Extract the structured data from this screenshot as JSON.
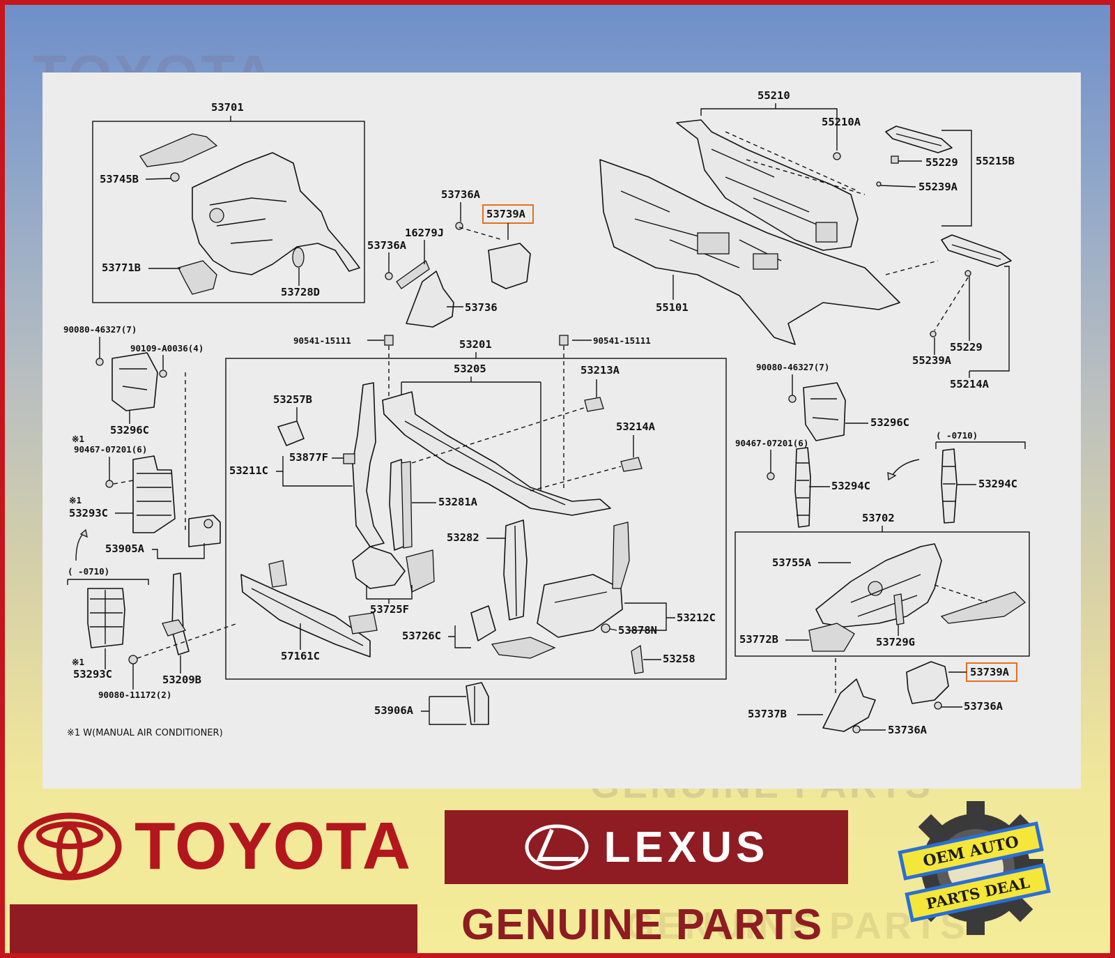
{
  "diagram": {
    "labels": {
      "l53701": "53701",
      "l53745B": "53745B",
      "l53771B": "53771B",
      "l53728D": "53728D",
      "l53736A_1": "53736A",
      "l53739A_1": "53739A",
      "l16279J": "16279J",
      "l53736A_2": "53736A",
      "l53736": "53736",
      "l55210": "55210",
      "l55210A": "55210A",
      "l55229_1": "55229",
      "l55215B": "55215B",
      "l55239A_1": "55239A",
      "l55101": "55101",
      "l55229_2": "55229",
      "l55239A_2": "55239A",
      "l55214A": "55214A",
      "l90080_46327_7_a": "90080-46327(7)",
      "l90109_A0036_4": "90109-A0036(4)",
      "l53296C_1": "53296C",
      "l90467_07201_6_a": "90467-07201(6)",
      "mark1_a": "※1",
      "mark1_b": "※1",
      "mark1_c": "※1",
      "l53293C_1": "53293C",
      "l53905A": "53905A",
      "l0710_a": "(    -0710)",
      "l53293C_2": "53293C",
      "l53209B": "53209B",
      "l90080_11172_2": "90080-11172(2)",
      "l90541_15111_a": "90541-15111",
      "l90541_15111_b": "90541-15111",
      "l53201": "53201",
      "l53205": "53205",
      "l53213A": "53213A",
      "l53257B": "53257B",
      "l53214A": "53214A",
      "l53877F": "53877F",
      "l53211C": "53211C",
      "l53281A": "53281A",
      "l53282": "53282",
      "l53725F": "53725F",
      "l53726C": "53726C",
      "l53212C": "53212C",
      "l53878N": "53878N",
      "l57161C": "57161C",
      "l53258": "53258",
      "l53906A": "53906A",
      "l90080_46327_7_b": "90080-46327(7)",
      "l53296C_2": "53296C",
      "l90467_07201_6_b": "90467-07201(6)",
      "l53294C_1": "53294C",
      "l0710_b": "(    -0710)",
      "l53294C_2": "53294C",
      "l53702": "53702",
      "l53755A": "53755A",
      "l53772B": "53772B",
      "l53729G": "53729G",
      "l53739A_2": "53739A",
      "l53736A_3": "53736A",
      "l53737B": "53737B",
      "l53736A_4": "53736A",
      "footnote": "※1 W(MANUAL AIR CONDITIONER)"
    },
    "highlight_color": "#e07020"
  },
  "branding": {
    "toyota_word": "TOYOTA",
    "lexus_word": "LEXUS",
    "genuine_parts": "GENUINE PARTS",
    "badge_line1": "OEM AUTO",
    "badge_line2": "PARTS DEAL",
    "watermark_toyota": "TOYOTA",
    "watermark_genuine": "GENUINE PARTS",
    "colors": {
      "frame_red": "#c4161c",
      "brand_red": "#8e1c22",
      "toyota_red": "#b3171d",
      "badge_yellow": "#f5e63a",
      "badge_blue": "#2a6fd6"
    }
  }
}
